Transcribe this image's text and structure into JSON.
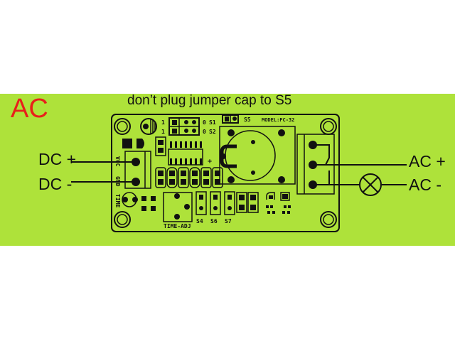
{
  "diagram": {
    "title": "AC",
    "warning": "don’t plug jumper cap to S5",
    "colors": {
      "background": "#aee23a",
      "title": "#e8201a",
      "ink": "#111111"
    },
    "left_wires": [
      {
        "label": "DC +",
        "terminal": "VCC"
      },
      {
        "label": "DC -",
        "terminal": "GND"
      }
    ],
    "right_wires": [
      {
        "label": "AC +"
      },
      {
        "label": "AC -"
      }
    ],
    "board": {
      "model": "MODEL:FC-32",
      "silkscreen": {
        "vcc": "VCC",
        "gnd": "GND",
        "time": "TIME",
        "time_adj": "TIME-ADJ",
        "s1": "S1",
        "s2": "S2",
        "s4": "S4",
        "s5": "S5",
        "s6": "S6",
        "s7": "S7",
        "pin1_s1": "1",
        "pin1_s2": "1",
        "pin0_s1": "0",
        "pin0_s2": "0",
        "plus": "+"
      }
    },
    "load_symbol": "lamp-icon"
  }
}
